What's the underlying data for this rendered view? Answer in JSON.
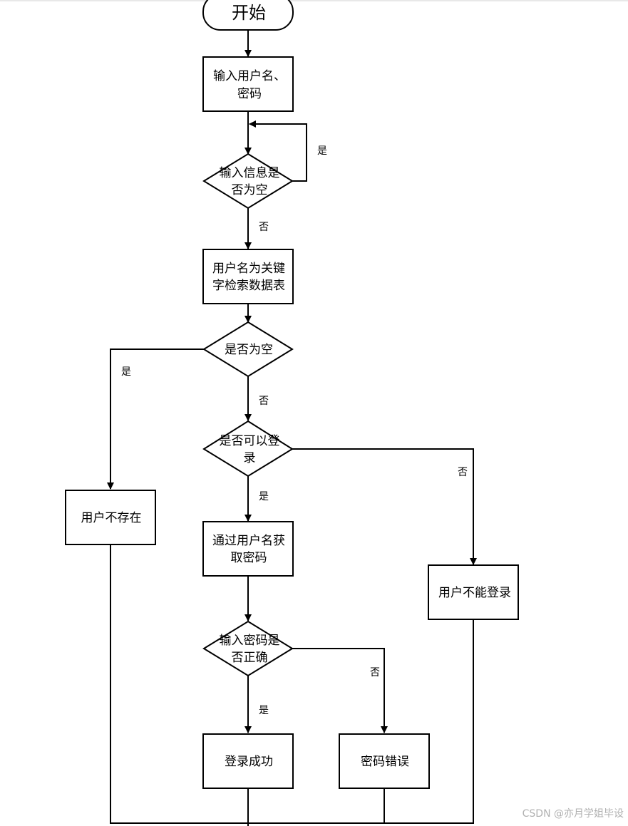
{
  "nodes": {
    "start": {
      "text": "开始"
    },
    "input_credentials": {
      "lines": [
        "输入用户名、",
        "密码"
      ]
    },
    "check_empty_input": {
      "lines": [
        "输入信息是",
        "否为空"
      ]
    },
    "search_table": {
      "lines": [
        "用户名为关键",
        "字检索数据表"
      ]
    },
    "result_empty": {
      "lines": [
        "是否为空"
      ]
    },
    "can_login": {
      "lines": [
        "是否可以登",
        "录"
      ]
    },
    "user_not_exist": {
      "lines": [
        "用户不存在"
      ]
    },
    "get_password": {
      "lines": [
        "通过用户名获",
        "取密码"
      ]
    },
    "cannot_login": {
      "lines": [
        "用户不能登录"
      ]
    },
    "password_correct": {
      "lines": [
        "输入密码是",
        "否正确"
      ]
    },
    "login_success": {
      "lines": [
        "登录成功"
      ]
    },
    "password_wrong": {
      "lines": [
        "密码错误"
      ]
    }
  },
  "edge_labels": {
    "input_empty_yes": "是",
    "input_empty_no": "否",
    "result_empty_yes": "是",
    "result_empty_no": "否",
    "can_login_yes": "是",
    "can_login_no": "否",
    "password_correct_yes": "是",
    "password_correct_no": "否"
  },
  "watermark": "CSDN @亦月学姐毕设"
}
